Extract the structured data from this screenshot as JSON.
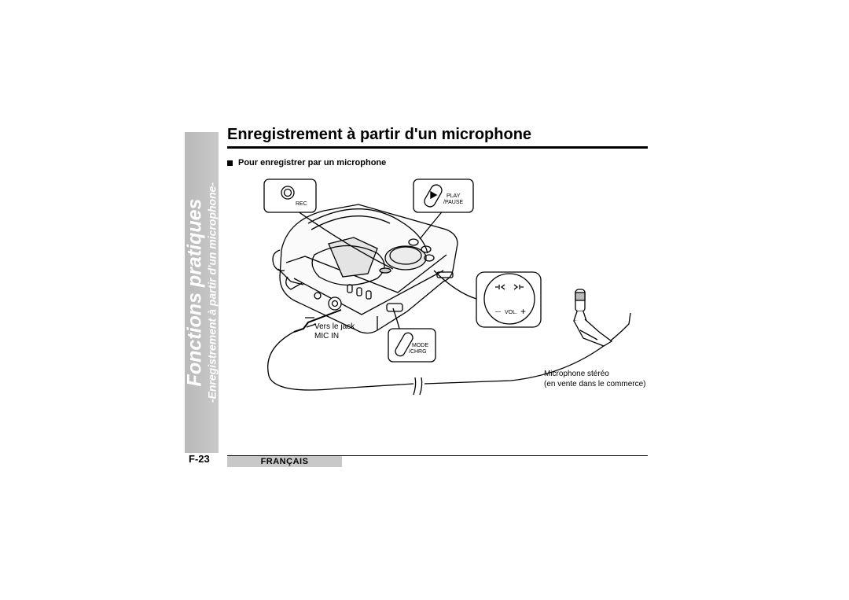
{
  "sidebar": {
    "section_title": "Fonctions pratiques",
    "section_subtitle": "-Enregistrement à partir d'un microphone-"
  },
  "header": {
    "title": "Enregistrement à partir d'un microphone"
  },
  "content": {
    "bullet_heading": "Pour enregistrer par un microphone"
  },
  "figure": {
    "rec_button_label": "REC",
    "play_button_label_line1": "PLAY",
    "play_button_label_line2": "/PAUSE",
    "vol_label": "VOL.",
    "vol_minus": "—",
    "vol_plus": "+",
    "mode_button_label_line1": "MODE",
    "mode_button_label_line2": "/CHRG",
    "jack_label_line1": "Vers le jack",
    "jack_label_line2": "MIC IN",
    "mic_label_line1": "Microphone stéréo",
    "mic_label_line2": "(en vente dans le commerce)"
  },
  "footer": {
    "page_number": "F-23",
    "language": "FRANÇAIS"
  }
}
